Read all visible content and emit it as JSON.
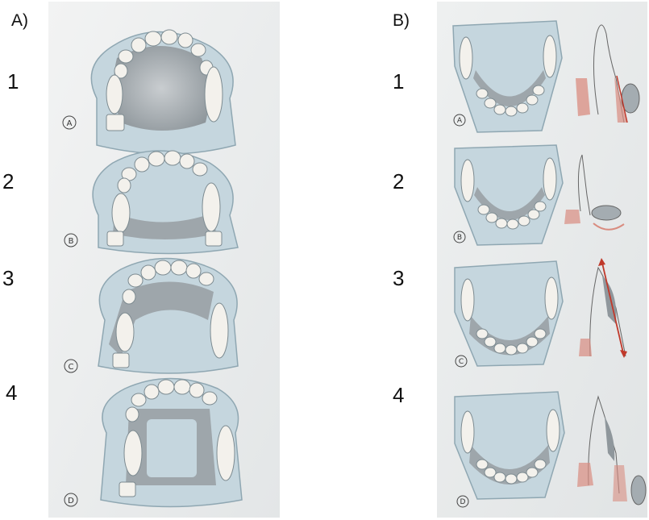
{
  "panel_a": {
    "label": "A)",
    "rows": [
      {
        "number": "1",
        "badge": "A"
      },
      {
        "number": "2",
        "badge": "B"
      },
      {
        "number": "3",
        "badge": "C"
      },
      {
        "number": "4",
        "badge": "D"
      }
    ]
  },
  "panel_b": {
    "label": "B)",
    "rows": [
      {
        "number": "1",
        "badge": "A"
      },
      {
        "number": "2",
        "badge": "B"
      },
      {
        "number": "3",
        "badge": "C"
      },
      {
        "number": "4",
        "badge": "D"
      }
    ]
  },
  "colors": {
    "page_bg": "#eef0f1",
    "plate_fill": "#c5d6de",
    "plate_stroke": "#8fa7b2",
    "connector_fill": "#9ea6ab",
    "tooth_fill": "#f3f1ec",
    "gum_red": "#d98c80",
    "arrow_red": "#c0392b"
  }
}
